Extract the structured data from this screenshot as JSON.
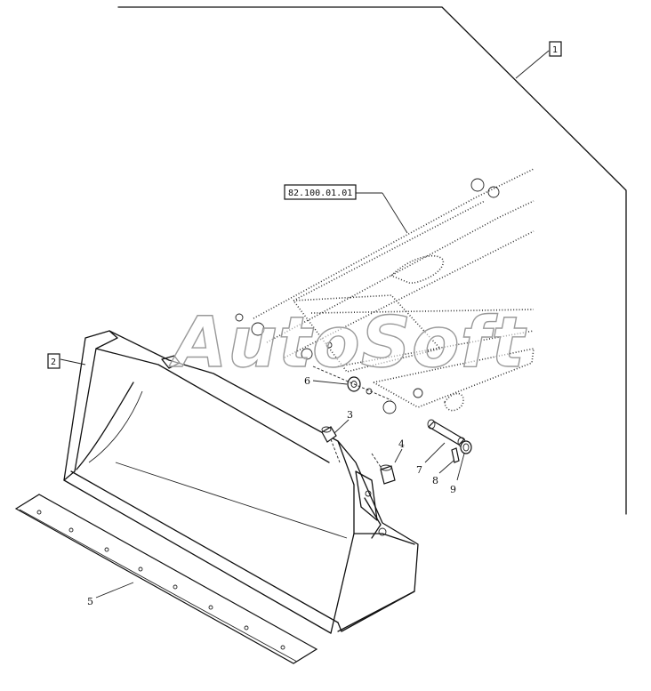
{
  "refs": {
    "assembly": "1",
    "bucket": "2",
    "arm_ref": "82.100.01.01"
  },
  "callouts": {
    "c3": "3",
    "c4": "4",
    "c5": "5",
    "c6": "6",
    "c7": "7",
    "c8": "8",
    "c9": "9"
  },
  "watermark": "AutoSoft",
  "colors": {
    "line": "#111111",
    "watermark_outline": "#9a9a9a"
  }
}
